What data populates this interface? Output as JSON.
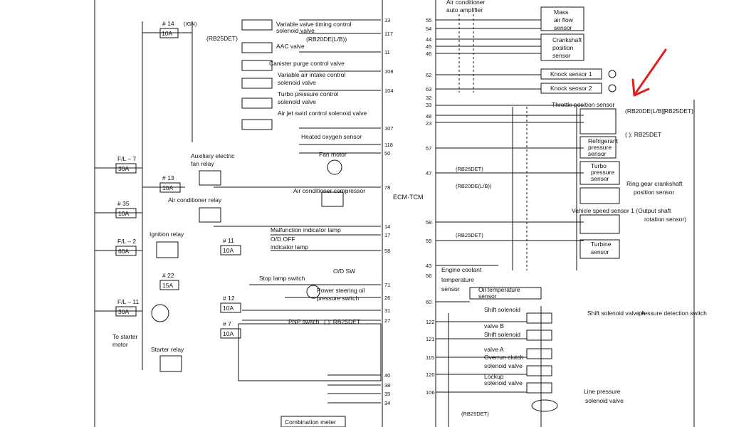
{
  "diagram": {
    "center_label": "ECM·TCM",
    "accent_color": "#e0201a",
    "line_color": "#111111",
    "left": {
      "fuse_labels": [
        {
          "text": "# 14",
          "value": "10A",
          "note": "(IGN)"
        },
        {
          "text": "F/L – 7",
          "value": "30A"
        },
        {
          "text": "# 13",
          "value": "10A"
        },
        {
          "text": "# 35",
          "value": "10A"
        },
        {
          "text": "F/L – 2",
          "value": "60A"
        },
        {
          "text": "# 11",
          "value": "10A"
        },
        {
          "text": "# 22",
          "value": "15A"
        },
        {
          "text": "F/L – 11",
          "value": "30A"
        },
        {
          "text": "# 12",
          "value": "10A"
        },
        {
          "text": "# 7",
          "value": "10A"
        }
      ],
      "components": [
        "Variable valve timing control",
        "solenoid valve",
        "(RB25DET)",
        "AAC valve",
        "(RB20DE(L/B))",
        "Canister purge control valve",
        "Variable air intake control",
        "solenoid valve",
        "Turbo pressure control",
        "solenoid valve",
        "Air jet swirl control solenoid valve",
        "Heated oxygen sensor",
        "Auxiliary electric",
        "fan relay",
        "Fan motor",
        "Air conditioner compressor",
        "Air conditioner relay",
        "Ignition relay",
        "Malfunction indicator lamp",
        "O/D OFF",
        "indicator lamp",
        "O/D SW",
        "Stop lamp switch",
        "Power steering oil",
        "pressure switch",
        "PNP switch",
        "(  ): RB25DET",
        "To starter",
        "motor",
        "Starter relay",
        "Combination meter"
      ],
      "pins": [
        "13",
        "117",
        "11",
        "108",
        "104",
        "107",
        "118",
        "50",
        "78",
        "14",
        "17",
        "58",
        "71",
        "26",
        "31",
        "27",
        "40",
        "38",
        "35",
        "34"
      ]
    },
    "right": {
      "components": [
        "Air conditioner",
        "auto amplifier",
        "Mass",
        "air flow",
        "sensor",
        "Crankshaft",
        "position",
        "sensor",
        "Knock sensor 1",
        "Knock sensor 2",
        "Throttle position sensor",
        "(RB20DE(L/B))",
        "(RB25DET)",
        "(  ): RB25DET",
        "Refrigerant",
        "pressure",
        "sensor",
        "Turbo",
        "pressure",
        "sensor",
        "Ring gear crankshaft",
        "position sensor",
        "Vehicle speed sensor 1 (Output shaft",
        "rotation sensor)",
        "Turbine",
        "sensor",
        "Engine coolant",
        "temperature",
        "sensor",
        "Oil temperature",
        "sensor",
        "Shift solenoid",
        "valve B",
        "Shift solenoid",
        "valve A",
        "Overrun clutch",
        "solenoid valve",
        "Lockup",
        "solenoid valve",
        "Line pressure",
        "solenoid valve",
        "Shift solenoid valve A",
        "pressure detection switch",
        "(RB20DE(L/B))",
        "(RB25DET)"
      ],
      "pins": [
        "55",
        "54",
        "44",
        "45",
        "46",
        "62",
        "63",
        "32",
        "33",
        "48",
        "23",
        "57",
        "47",
        "58",
        "59",
        "43",
        "56",
        "60",
        "122",
        "121",
        "115",
        "120",
        "106"
      ],
      "bracket_labels": [
        "(RB25DET)",
        "(RB20DE(L/B))",
        "(RB25DET)",
        "(RB25DET)"
      ]
    }
  }
}
